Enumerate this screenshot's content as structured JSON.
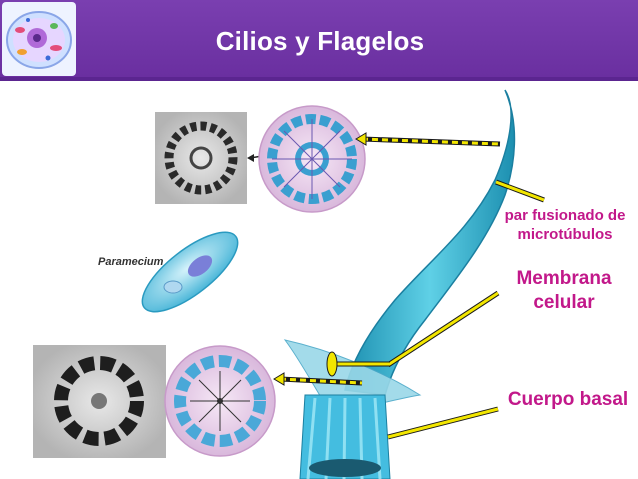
{
  "slide": {
    "title": "Cilios y Flagelos"
  },
  "labels": {
    "par_fusionado": "par fusionado de microtúbulos",
    "membrana": "Membrana celular",
    "cuerpo_basal": "Cuerpo basal",
    "paramecium": "Paramecium"
  },
  "colors": {
    "header": "#6a2fa0",
    "label_text": "#c2188a",
    "pointer": "#f2e600",
    "flagellum": "#3fb8d0"
  }
}
